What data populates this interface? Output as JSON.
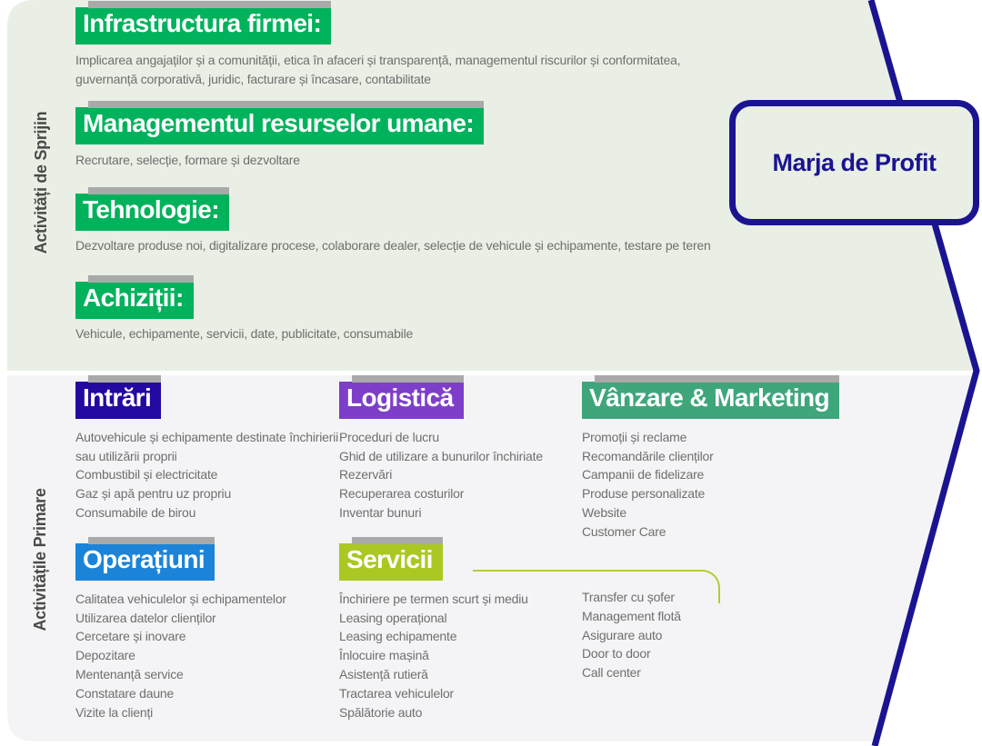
{
  "palette": {
    "support_bg": "#e9efe5",
    "primary_bg": "#f4f4f6",
    "green_header": "#00b25c",
    "teal_header": "#3fa67c",
    "navy_header": "#2408a0",
    "purple_header": "#7d3ec9",
    "blue_header": "#1b84d8",
    "lime_header": "#a9c821",
    "arrow_navy": "#1b1491",
    "shadow_gray": "#a9a9a9",
    "body_text": "#6f6f6f"
  },
  "side_labels": {
    "support": "Activități de Sprijin",
    "primary": "Activitățile Primare"
  },
  "profit_box": {
    "label": "Marja de Profit"
  },
  "support": {
    "sections": [
      {
        "label": "Infrastructura firmei:",
        "desc": "Implicarea angajaților și a comunității, etica în afaceri și transparență, managementul riscurilor și conformitatea,\nguvernanță corporativă, juridic, facturare și încasare, contabilitate"
      },
      {
        "label": "Managementul resurselor umane:",
        "desc": "Recrutare, selecție, formare și dezvoltare"
      },
      {
        "label": "Tehnologie:",
        "desc": "Dezvoltare produse noi, digitalizare procese, colaborare dealer, selecție de vehicule și  echipamente, testare pe teren"
      },
      {
        "label": "Achiziții:",
        "desc": "Vehicule, echipamente, servicii, date, publicitate, consumabile"
      }
    ]
  },
  "primary": {
    "row1": [
      {
        "label": "Intrări",
        "items": [
          "Autovehicule și echipamente destinate închirierii sau utilizării proprii",
          "Combustibil și electricitate",
          "Gaz și apă pentru uz propriu",
          "Consumabile de birou"
        ]
      },
      {
        "label": "Logistică",
        "items": [
          "Proceduri de  lucru",
          "Ghid de utilizare a bunurilor închiriate",
          "Rezervări",
          "Recuperarea costurilor",
          "Inventar bunuri"
        ]
      },
      {
        "label": "Vânzare & Marketing",
        "items": [
          "Promoții și reclame",
          "Recomandările clienților",
          "Campanii de fidelizare",
          "Produse personalizate",
          "Website",
          "Customer Care"
        ]
      }
    ],
    "row2": [
      {
        "label": "Operațiuni",
        "items": [
          "Calitatea vehiculelor și echipamentelor",
          "Utilizarea datelor clienților",
          "Cercetare și inovare",
          "Depozitare",
          "Mentenanță service",
          "Constatare daune",
          "Vizite la clienți"
        ]
      },
      {
        "label": "Servicii",
        "items": [
          "Închiriere pe termen scurt și mediu",
          "Leasing operațional",
          "Leasing echipamente",
          "Înlocuire mașină",
          "Asistență rutieră",
          "Tractarea vehiculelor",
          "Spălătorie auto"
        ]
      }
    ],
    "servicii_extra": {
      "items": [
        "Transfer cu șofer",
        "Management flotă",
        "Asigurare auto",
        "Door to door",
        "Call center"
      ]
    }
  }
}
